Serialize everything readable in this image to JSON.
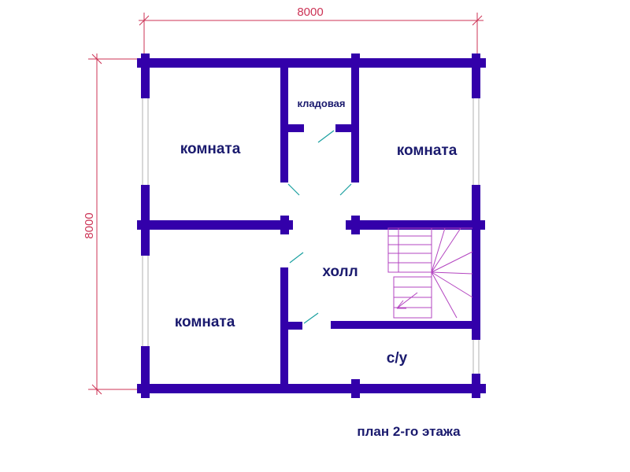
{
  "dimensions": {
    "width_label": "8000",
    "height_label": "8000"
  },
  "rooms": {
    "top_left": "комната",
    "storage": "кладовая",
    "top_right": "комната",
    "hall": "холл",
    "bottom_left": "комната",
    "bathroom": "с/у"
  },
  "caption": "план 2-го этажа",
  "colors": {
    "wall": "#3300aa",
    "dimension": "#cc3355",
    "text": "#1a1a6e",
    "door": "#1aa0a0",
    "stairs": "#b344c0"
  }
}
